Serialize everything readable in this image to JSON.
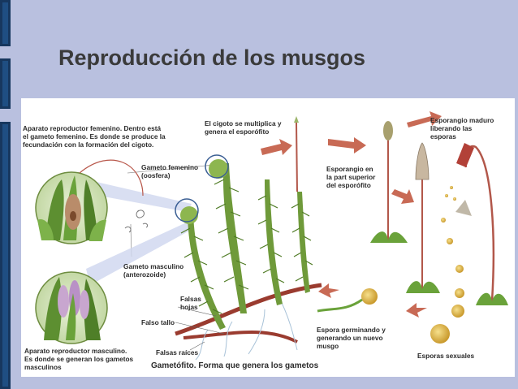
{
  "slide": {
    "title": "Reproducción de los musgos"
  },
  "labels": {
    "female_apparatus": "Aparato reproductor femenino. Dentro está\nel gameto femenino. Es donde se produce la\nfecundación con la formación del cigoto.",
    "zygote": "El cigoto se multiplica y\ngenera el esporófito",
    "mature_sporangium": "Esporangio maduro\nliberando las\nesporas",
    "female_gamete": "Gameto femenino\n(oosfera)",
    "sporangium_top": "Esporangio en\nla part superior\ndel esporófito",
    "male_gamete": "Gameto masculino\n(anterozoide)",
    "false_leaves": "Falsas\nhojas",
    "false_stem": "Falso tallo",
    "spore_germinating": "Espora germinando y\ngenerando un nuevo\nmusgo",
    "male_apparatus": "Aparato reproductor masculino.\nEs donde se generan los gametos\nmasculinos",
    "false_roots": "Falsas raíces",
    "sexual_spores": "Esporas sexuales",
    "gametophyte": "Gametófito. Forma que genera los gametos"
  },
  "colors": {
    "background": "#b9c0df",
    "stripe": "#17375e",
    "title": "#3a3a3a",
    "arrow": "#c86a55",
    "moss_green": "#6f9a3a",
    "stem_red": "#9a3b2f",
    "spore": "#d8b341"
  }
}
